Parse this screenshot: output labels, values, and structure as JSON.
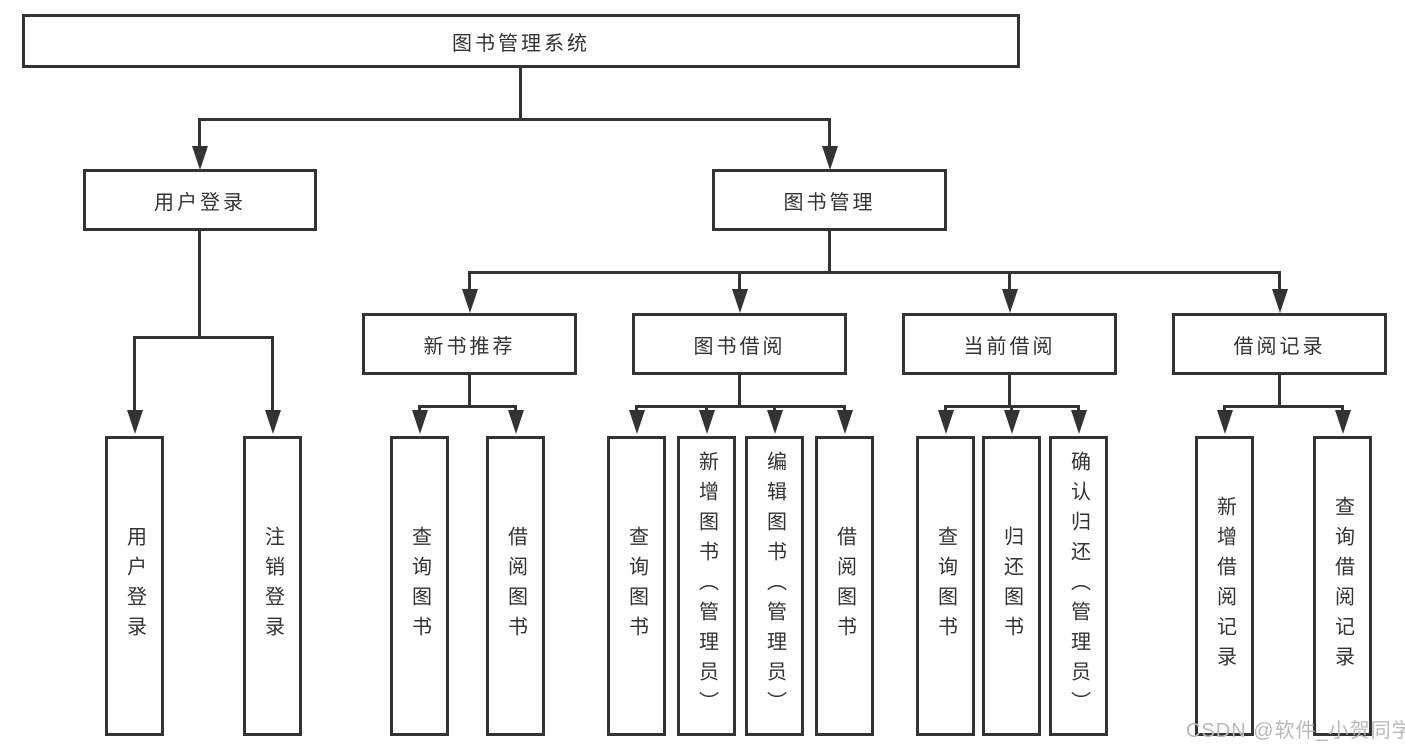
{
  "diagram": {
    "type": "tree",
    "tree": {
      "label": "图书管理系统",
      "children": [
        {
          "label": "用户登录",
          "children": [
            {
              "label": "用户登录"
            },
            {
              "label": "注销登录"
            }
          ]
        },
        {
          "label": "图书管理",
          "children": [
            {
              "label": "新书推荐",
              "children": [
                {
                  "label": "查询图书"
                },
                {
                  "label": "借阅图书"
                }
              ]
            },
            {
              "label": "图书借阅",
              "children": [
                {
                  "label": "查询图书"
                },
                {
                  "label": "新增图书（管理员）"
                },
                {
                  "label": "编辑图书（管理员）"
                },
                {
                  "label": "借阅图书"
                }
              ]
            },
            {
              "label": "当前借阅",
              "children": [
                {
                  "label": "查询图书"
                },
                {
                  "label": "归还图书"
                },
                {
                  "label": "确认归还（管理员）"
                }
              ]
            },
            {
              "label": "借阅记录",
              "children": [
                {
                  "label": "新增借阅记录"
                },
                {
                  "label": "查询借阅记录"
                }
              ]
            }
          ]
        }
      ]
    }
  },
  "watermark": "CSDN @软件_小贺同学",
  "colors": {
    "line": "#333333",
    "text": "#333333",
    "watermark": "#b9b9b9",
    "background": "#ffffff"
  }
}
